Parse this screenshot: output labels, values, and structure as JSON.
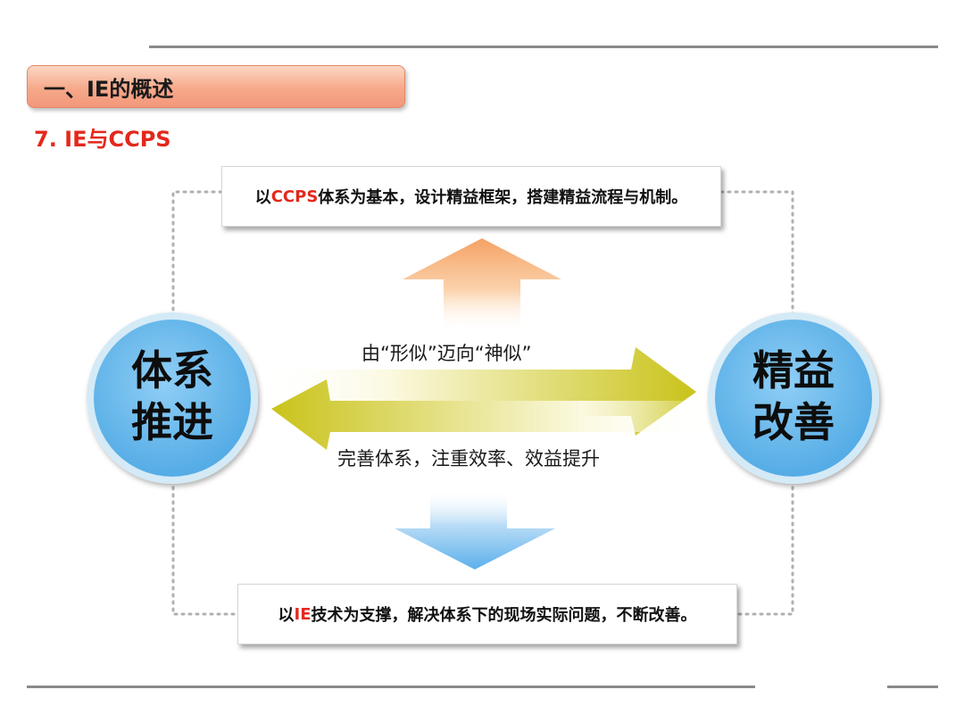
{
  "header": {
    "section_title": "一、IE的概述",
    "subtitle": "7. IE与CCPS"
  },
  "callouts": {
    "top": {
      "prefix": "以",
      "highlight": "CCPS",
      "suffix": "体系为基本，设计精益框架，搭建精益流程与机制。"
    },
    "bottom": {
      "prefix": "以",
      "highlight": "IE",
      "suffix": "技术为支撑，解决体系下的现场实际问题，不断改善。"
    }
  },
  "nodes": {
    "left": {
      "line1": "体系",
      "line2": "推进"
    },
    "right": {
      "line1": "精益",
      "line2": "改善"
    }
  },
  "flows": {
    "to_right": "由“形似”迈向“神似”",
    "to_left": "完善体系，注重效率、效益提升"
  },
  "colors": {
    "accent_red": "#e4281c",
    "circle_blue": "#6cbdee",
    "circle_ring": "#d4eaf6",
    "arrow_yellow": "#c9c31a",
    "arrow_orange": "#f5a264",
    "arrow_blue": "#5cb0ec",
    "dotted_line": "#b0b0b0"
  }
}
